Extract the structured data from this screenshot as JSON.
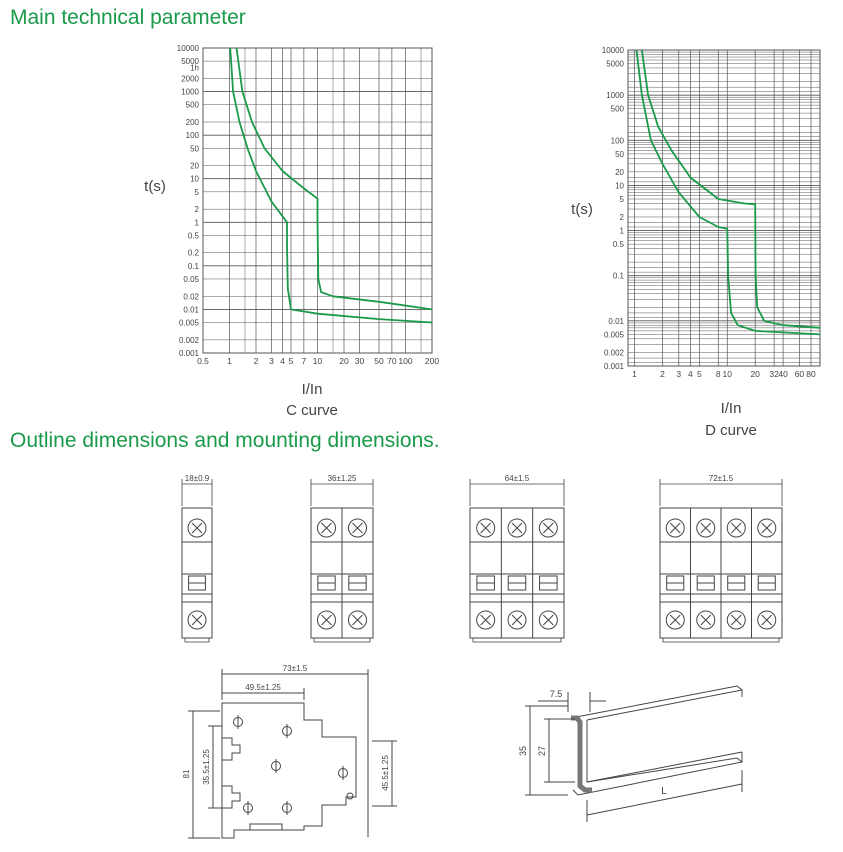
{
  "headings": {
    "technical": "Main technical parameter",
    "outline": "Outline dimensions and mounting dimensions."
  },
  "colors": {
    "curve": "#1a9a4a",
    "heading": "#1a9a4a",
    "grid": "#555555",
    "line": "#444444"
  },
  "chart_data": [
    {
      "type": "line",
      "scale": "log-log",
      "ylabel": "t(s)",
      "xlabel": "I/In",
      "caption": "C curve",
      "x_ticks": [
        "0.5",
        "1",
        "2",
        "3",
        "4",
        "5",
        "7",
        "10",
        "20",
        "30",
        "50",
        "70",
        "100",
        "200"
      ],
      "y_ticks": [
        "10000",
        "5000",
        "1h",
        "2000",
        "1000",
        "500",
        "200",
        "100",
        "50",
        "20",
        "10",
        "5",
        "2",
        "1",
        "0.5",
        "0.2",
        "0.1",
        "0.05",
        "0.02",
        "0.01",
        "0.005",
        "0.002",
        "0.001"
      ],
      "xlim": [
        0.5,
        200
      ],
      "ylim": [
        0.001,
        10000
      ],
      "series": [
        {
          "points": [
            [
              1.02,
              10000
            ],
            [
              1.1,
              1000
            ],
            [
              1.3,
              200
            ],
            [
              1.6,
              50
            ],
            [
              2,
              15
            ],
            [
              3,
              3
            ],
            [
              4.5,
              1
            ],
            [
              4.5,
              0.3
            ],
            [
              4.6,
              0.03
            ],
            [
              5,
              0.01
            ],
            [
              10,
              0.008
            ],
            [
              50,
              0.006
            ],
            [
              200,
              0.005
            ]
          ]
        },
        {
          "points": [
            [
              1.2,
              10000
            ],
            [
              1.4,
              1000
            ],
            [
              1.8,
              200
            ],
            [
              2.5,
              50
            ],
            [
              4,
              15
            ],
            [
              7,
              6
            ],
            [
              10,
              3.5
            ],
            [
              10,
              1
            ],
            [
              10.2,
              0.05
            ],
            [
              11,
              0.025
            ],
            [
              15,
              0.02
            ],
            [
              50,
              0.015
            ],
            [
              200,
              0.01
            ]
          ]
        }
      ]
    },
    {
      "type": "line",
      "scale": "log-log",
      "ylabel": "t(s)",
      "xlabel": "I/In",
      "caption": "D curve",
      "x_ticks": [
        "1",
        "2",
        "3",
        "4",
        "5",
        "8",
        "10",
        "20",
        "32",
        "40",
        "60",
        "80"
      ],
      "y_ticks": [
        "10000",
        "5000",
        "1000",
        "500",
        "100",
        "50",
        "20",
        "10",
        "5",
        "2",
        "1",
        "0.5",
        "0.1",
        "0.01",
        "0.005",
        "0.002",
        "0.001"
      ],
      "xlim": [
        0.85,
        100
      ],
      "ylim": [
        0.001,
        10000
      ],
      "series": [
        {
          "points": [
            [
              1.05,
              10000
            ],
            [
              1.2,
              1000
            ],
            [
              1.5,
              100
            ],
            [
              2,
              30
            ],
            [
              3,
              7
            ],
            [
              5,
              2
            ],
            [
              8,
              1.2
            ],
            [
              10,
              1.1
            ],
            [
              10.2,
              0.1
            ],
            [
              11,
              0.015
            ],
            [
              13,
              0.008
            ],
            [
              20,
              0.006
            ],
            [
              100,
              0.005
            ]
          ]
        },
        {
          "points": [
            [
              1.2,
              10000
            ],
            [
              1.4,
              1000
            ],
            [
              1.8,
              200
            ],
            [
              2.5,
              60
            ],
            [
              4,
              15
            ],
            [
              8,
              5
            ],
            [
              15,
              4
            ],
            [
              20,
              3.8
            ],
            [
              20.2,
              0.1
            ],
            [
              21,
              0.02
            ],
            [
              25,
              0.01
            ],
            [
              40,
              0.008
            ],
            [
              100,
              0.007
            ]
          ]
        }
      ]
    }
  ],
  "breakers": [
    {
      "poles": 1,
      "dim": "18±0.9"
    },
    {
      "poles": 2,
      "dim": "36±1.25"
    },
    {
      "poles": 3,
      "dim": "64±1.5"
    },
    {
      "poles": 4,
      "dim": "72±1.5"
    }
  ],
  "side_view": {
    "width_total": "73±1.5",
    "width_inner": "49.5±1.25",
    "height": "81",
    "h_left": "35.5±1.25",
    "h_right": "45.5±1.25"
  },
  "rail": {
    "top": "7.5",
    "h_outer": "35",
    "h_inner": "27",
    "length": "L"
  }
}
